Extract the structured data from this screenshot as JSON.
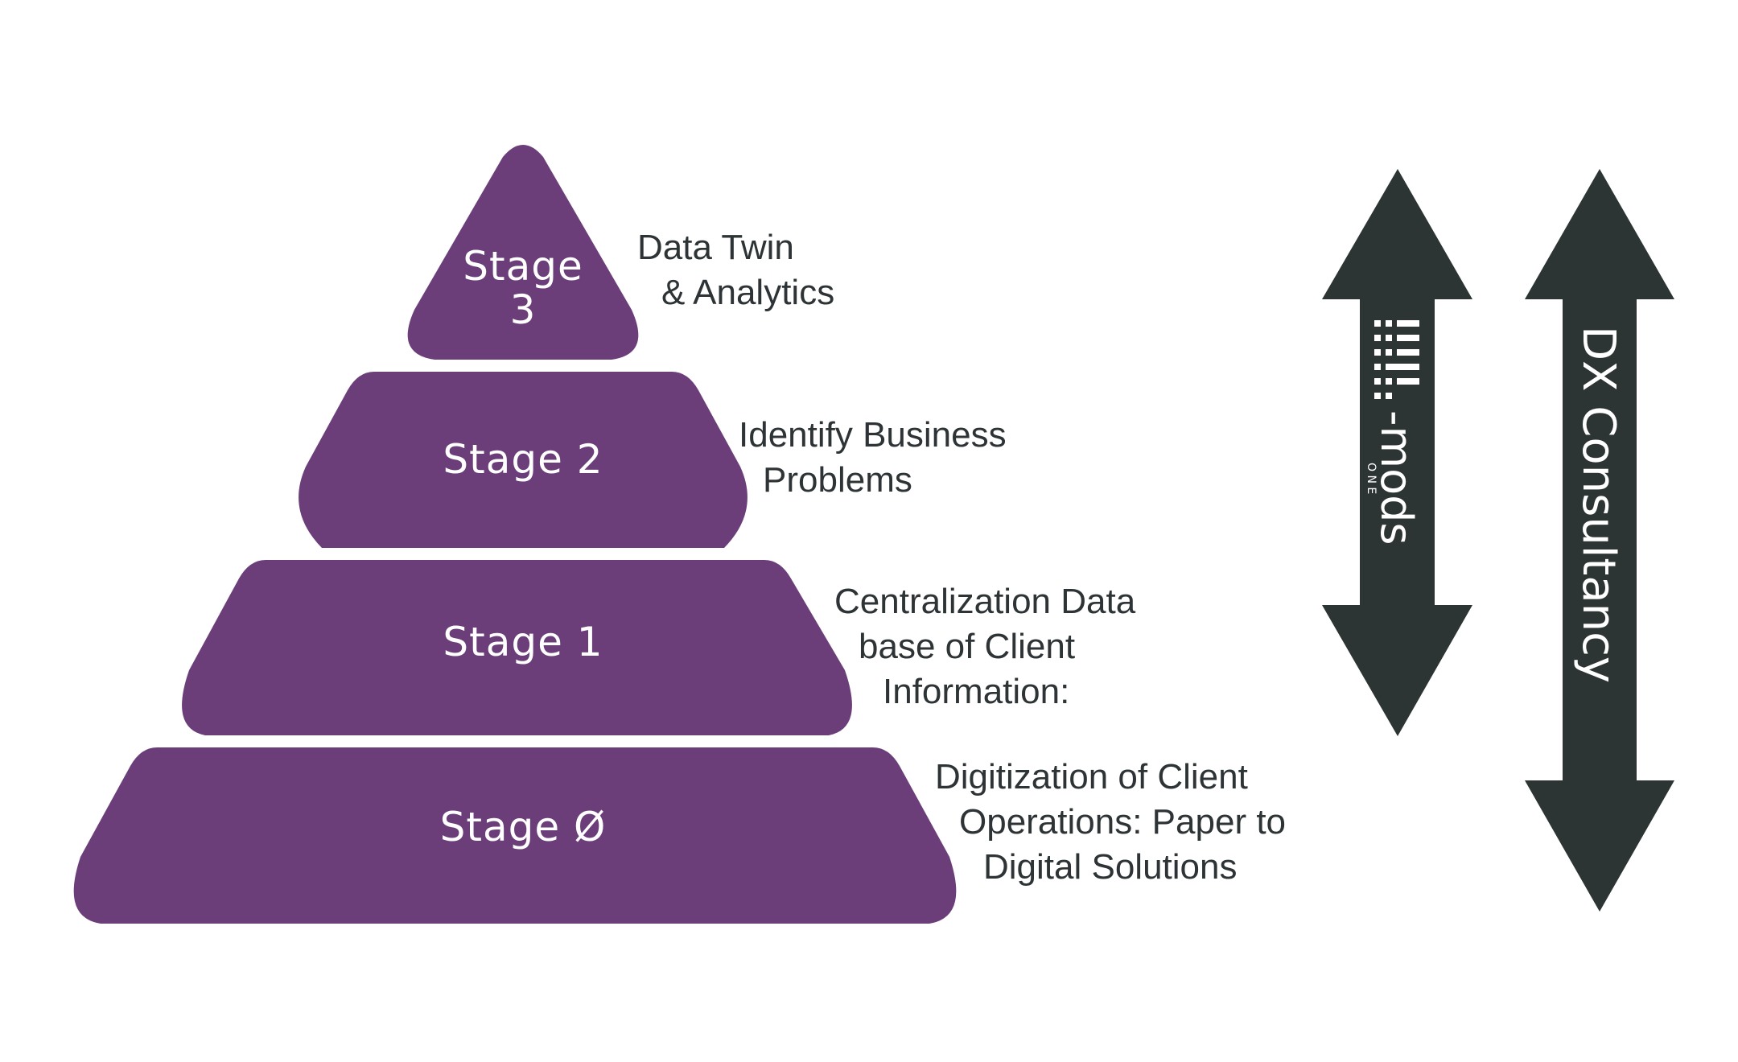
{
  "colors": {
    "stage_fill": "#6b3e7a",
    "arrow_fill": "#2c3533",
    "text_dark": "#2e3436",
    "white": "#ffffff"
  },
  "stages": [
    {
      "label_line1": "Stage",
      "label_line2": "3",
      "desc": [
        "Data Twin",
        "& Analytics"
      ]
    },
    {
      "label": "Stage 2",
      "desc": [
        "Identify Business",
        "Problems"
      ]
    },
    {
      "label": "Stage 1",
      "desc": [
        "Centralization Data",
        "base of Client",
        "Information:"
      ]
    },
    {
      "label": "Stage Ø",
      "desc": [
        "Digitization of Client",
        "Operations: Paper to",
        "Digital Solutions"
      ]
    }
  ],
  "arrows": {
    "left": {
      "logo_text": "-mods",
      "logo_sub": "O N E",
      "icon": "double-arrow-icon"
    },
    "right": {
      "text": "DX Consultancy",
      "icon": "double-arrow-icon"
    }
  }
}
